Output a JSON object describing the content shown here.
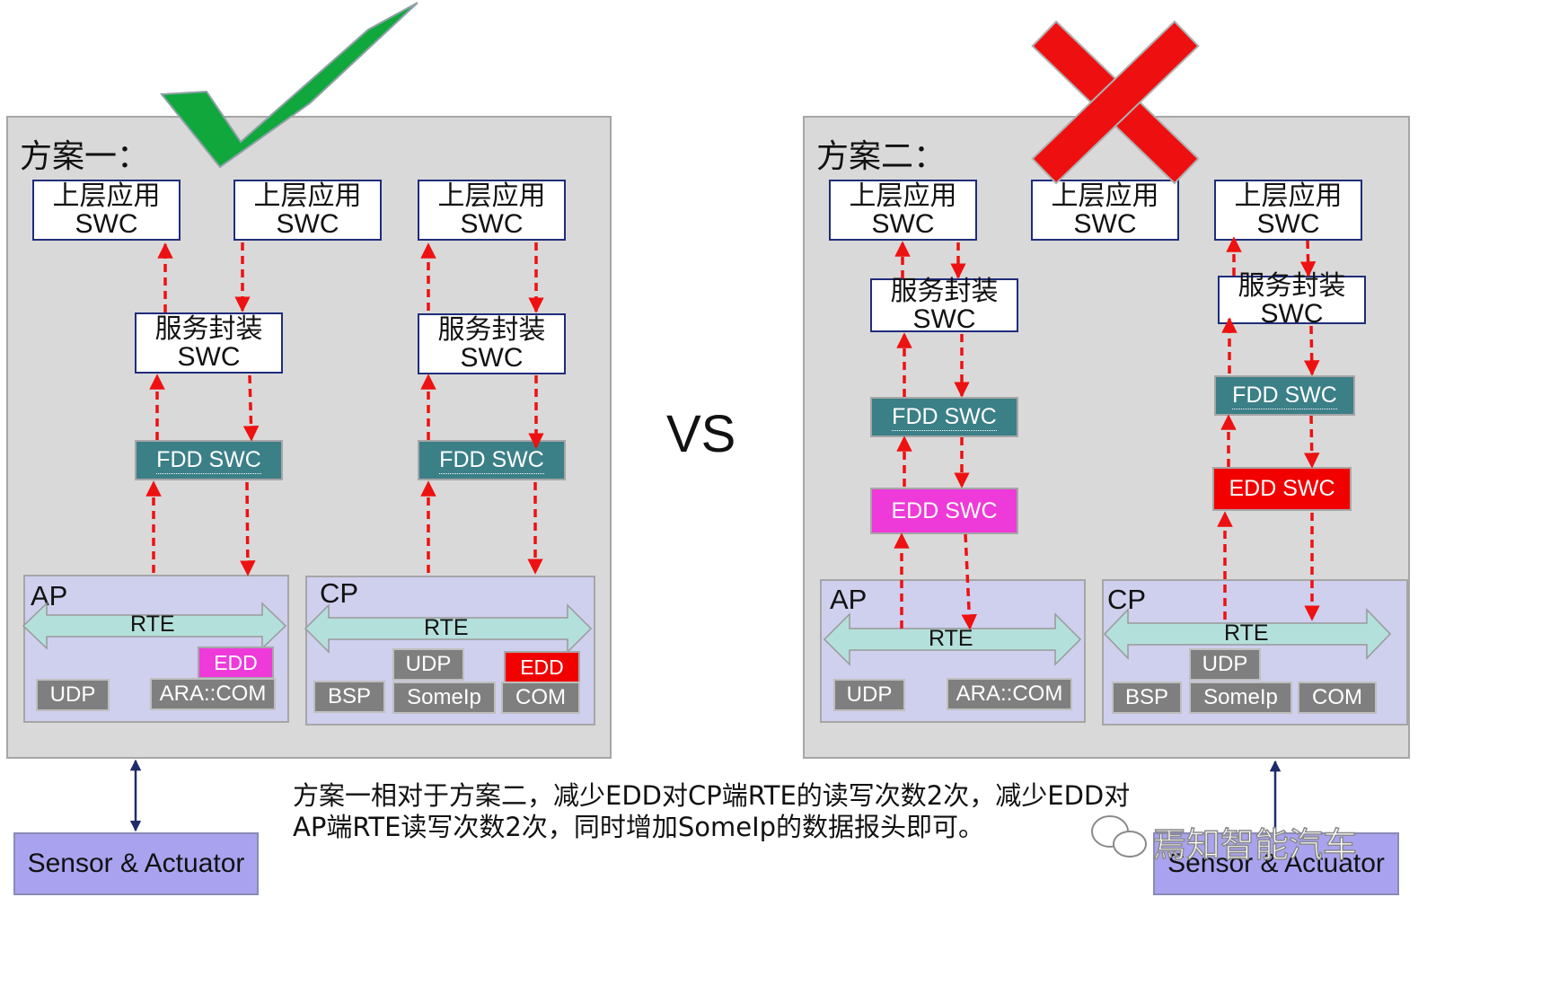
{
  "left": {
    "label": "方案一：",
    "top_apps": [
      {
        "l1": "上层应用",
        "l2": "SWC"
      },
      {
        "l1": "上层应用",
        "l2": "SWC"
      },
      {
        "l1": "上层应用",
        "l2": "SWC"
      }
    ],
    "services": [
      {
        "l1": "服务封装",
        "l2": "SWC"
      },
      {
        "l1": "服务封装",
        "l2": "SWC"
      }
    ],
    "fdd": [
      "FDD SWC",
      "FDD SWC"
    ],
    "ap": {
      "label": "AP",
      "rte": "RTE",
      "edd": "EDD",
      "udp": "UDP",
      "aracom": "ARA::COM"
    },
    "cp": {
      "label": "CP",
      "rte": "RTE",
      "udp": "UDP",
      "edd": "EDD",
      "bsp": "BSP",
      "someip": "SomeIp",
      "com": "COM"
    },
    "sensor": "Sensor & Actuator"
  },
  "vs": "VS",
  "right": {
    "label": "方案二：",
    "top_apps": [
      {
        "l1": "上层应用",
        "l2": "SWC"
      },
      {
        "l1": "上层应用",
        "l2": "SWC"
      },
      {
        "l1": "上层应用",
        "l2": "SWC"
      }
    ],
    "services": [
      {
        "l1": "服务封装",
        "l2": "SWC"
      },
      {
        "l1": "服务封装",
        "l2": "SWC"
      }
    ],
    "fdd": [
      "FDD SWC",
      "FDD SWC"
    ],
    "edd": [
      "EDD SWC",
      "EDD SWC"
    ],
    "ap": {
      "label": "AP",
      "rte": "RTE",
      "udp": "UDP",
      "aracom": "ARA::COM"
    },
    "cp": {
      "label": "CP",
      "rte": "RTE",
      "udp": "UDP",
      "bsp": "BSP",
      "someip": "SomeIp",
      "com": "COM"
    },
    "sensor": "Sensor & Actuator"
  },
  "caption": {
    "line1": "方案一相对于方案二，减少EDD对CP端RTE的读写次数2次，减少EDD对",
    "line2": "AP端RTE读写次数2次，同时增加SomeIp的数据报头即可。"
  },
  "watermark": "焉知智能汽车",
  "colors": {
    "panel": "#d9d9d9",
    "teal": "#3b7f87",
    "edd_magenta": "#ee3ad8",
    "edd_red": "#f20000",
    "layer": "#cfcfee",
    "rte_arrow": "#b4e0dc",
    "module_gray": "#7f7f7f",
    "sensor": "#a9a3ef",
    "check": "#10a83c",
    "cross": "#ee1010",
    "data_arrow": "#ee1111"
  }
}
